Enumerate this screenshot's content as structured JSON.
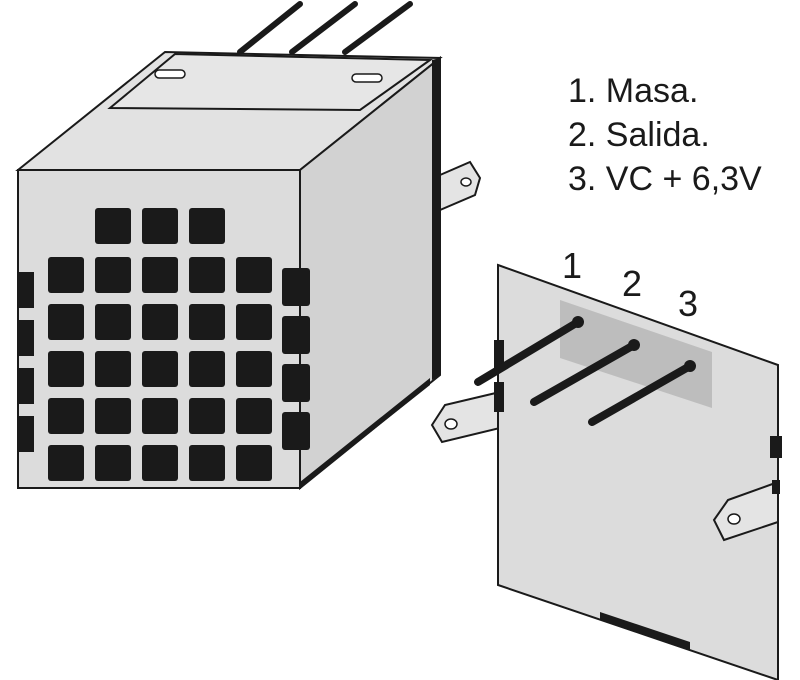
{
  "legend": [
    "1. Masa.",
    "2. Salida.",
    "3. VC + 6,3V"
  ],
  "pin_labels": [
    "1",
    "2",
    "3"
  ],
  "colors": {
    "body_front": "#dcdcdc",
    "body_side": "#d2d2d2",
    "body_top": "#e2e2e2",
    "outline": "#1a1a1a",
    "square": "#1a1a1a",
    "label_patch": "#bdbdbd",
    "pin": "#1a1a1a"
  }
}
